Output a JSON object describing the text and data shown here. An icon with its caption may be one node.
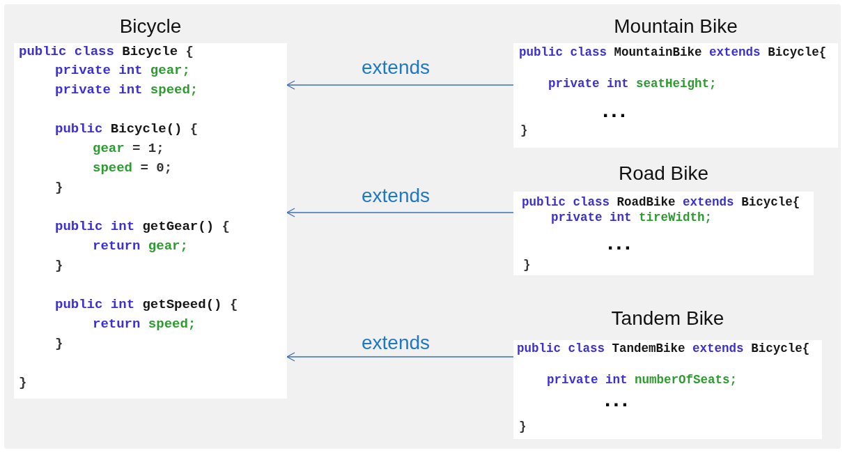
{
  "diagram": {
    "nodes": [
      {
        "text": [
          "Bicycle",
          "public class Bicycle {",
          "private int gear;",
          "private int speed;",
          "public Bicycle() {",
          "gear = 1;",
          "speed = 0;",
          "}",
          "public int getGear() {",
          "return gear;",
          "}",
          "public int getSpeed() {",
          "return speed;",
          "}",
          "}"
        ]
      },
      {
        "text": [
          "Mountain Bike",
          "public class MountainBike extends Bicycle{",
          "private int seatHeight;",
          "...",
          "}"
        ]
      },
      {
        "text": [
          "Road Bike",
          "public class RoadBike extends Bicycle{",
          "private int tireWidth;",
          "...",
          "}"
        ]
      },
      {
        "text": [
          "Tandem Bike",
          "public class TandemBike extends Bicycle{",
          "private int numberOfSeats;",
          "...",
          "}"
        ]
      }
    ],
    "edges": [
      {
        "from": 1,
        "to": 0,
        "arrow": "to",
        "label": "extends"
      },
      {
        "from": 2,
        "to": 0,
        "arrow": "to",
        "label": "extends"
      },
      {
        "from": 3,
        "to": 0,
        "arrow": "to",
        "label": "extends"
      }
    ]
  }
}
